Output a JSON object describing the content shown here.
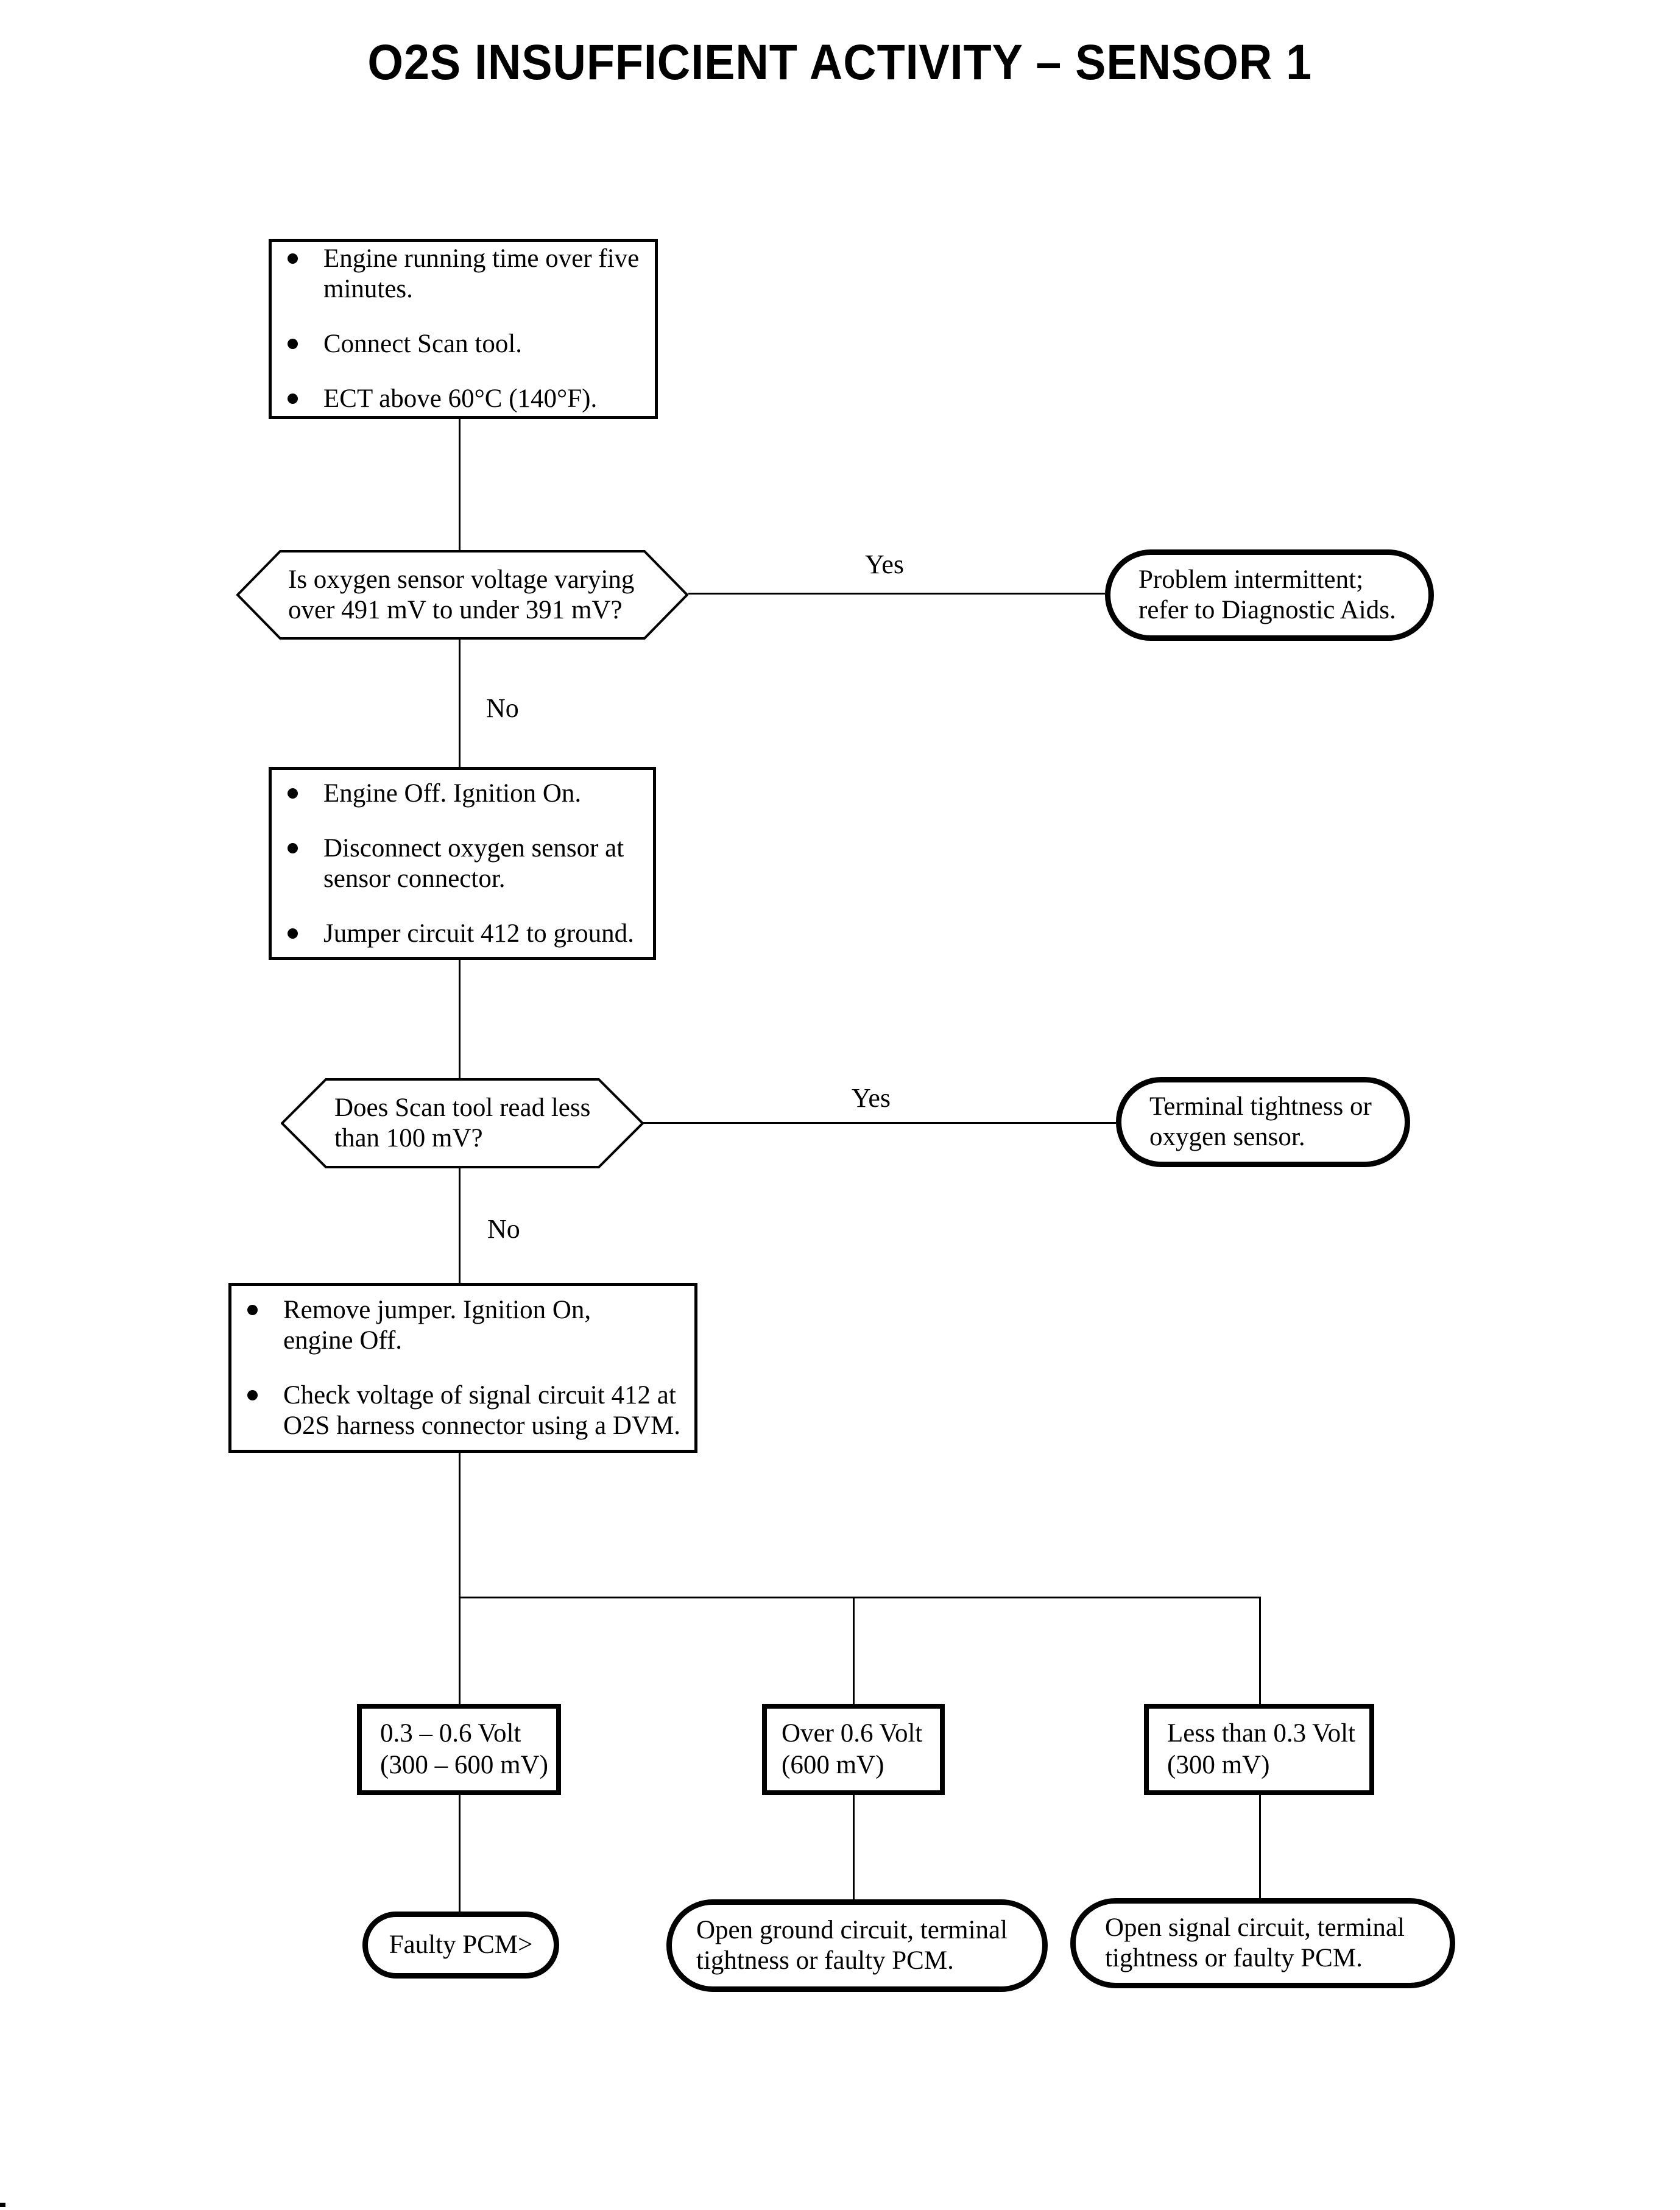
{
  "title": "O2S INSUFFICIENT ACTIVITY – SENSOR 1",
  "connectors": {
    "yes1": "Yes",
    "no1": "No",
    "yes2": "Yes",
    "no2": "No"
  },
  "steps": {
    "box1": {
      "items": [
        {
          "lines": [
            "Engine running time over five",
            "minutes."
          ]
        },
        {
          "lines": [
            "Connect Scan tool."
          ]
        },
        {
          "lines": [
            "ECT above 60°C (140°F)."
          ]
        }
      ]
    },
    "decision1": {
      "lines": [
        "Is oxygen sensor voltage varying",
        "over 491 mV to under 391 mV?"
      ]
    },
    "result1": {
      "lines": [
        "Problem intermittent;",
        "refer to Diagnostic Aids."
      ]
    },
    "box2": {
      "items": [
        {
          "lines": [
            "Engine Off. Ignition On."
          ]
        },
        {
          "lines": [
            "Disconnect oxygen sensor at",
            "sensor connector."
          ]
        },
        {
          "lines": [
            "Jumper circuit 412 to ground."
          ]
        }
      ]
    },
    "decision2": {
      "lines": [
        "Does Scan tool read less",
        "than 100 mV?"
      ]
    },
    "result2": {
      "lines": [
        "Terminal tightness or",
        "oxygen sensor."
      ]
    },
    "box3": {
      "items": [
        {
          "lines": [
            "Remove jumper. Ignition On,",
            "engine Off."
          ]
        },
        {
          "lines": [
            "Check voltage of signal circuit 412 at",
            "O2S harness connector using a DVM."
          ]
        }
      ]
    },
    "branch1": {
      "lines": [
        "0.3 – 0.6 Volt",
        "(300 – 600 mV)"
      ]
    },
    "branch2": {
      "lines": [
        "Over 0.6 Volt",
        "(600 mV)"
      ]
    },
    "branch3": {
      "lines": [
        "Less than 0.3 Volt",
        "(300 mV)"
      ]
    },
    "result3": {
      "lines": [
        "Faulty PCM>"
      ]
    },
    "result4": {
      "lines": [
        "Open ground circuit, terminal",
        "tightness or faulty PCM."
      ]
    },
    "result5": {
      "lines": [
        "Open signal circuit, terminal",
        "tightness or faulty PCM."
      ]
    }
  },
  "colors": {
    "ink": "#000000",
    "paper": "#ffffff"
  }
}
